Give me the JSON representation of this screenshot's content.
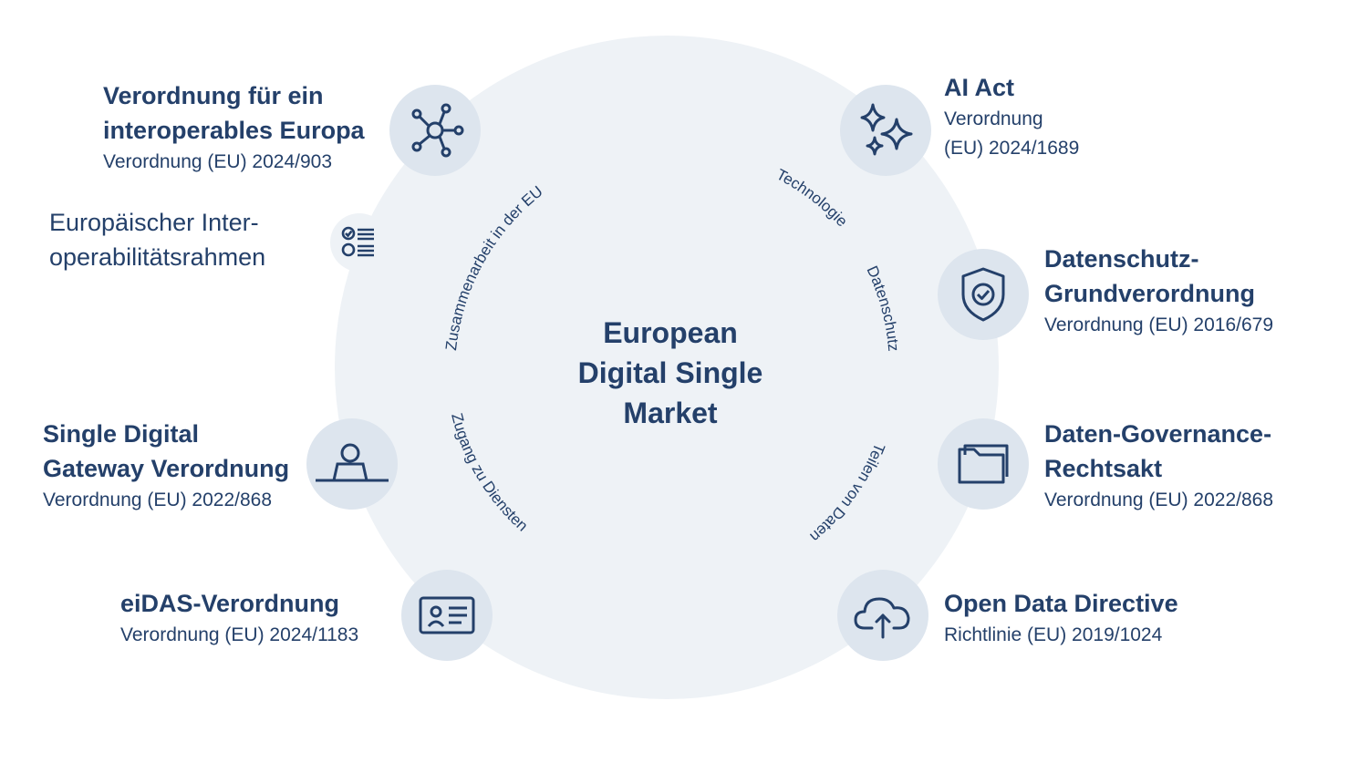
{
  "center": {
    "line1": "European",
    "line2": "Digital Single",
    "line3": "Market"
  },
  "arc_labels": {
    "cooperation": "Zusammenarbeit in der EU",
    "technology": "Technologie",
    "privacy": "Datenschutz",
    "sharing": "Teilen von Daten",
    "access": "Zugang zu Diensten"
  },
  "items": {
    "interop": {
      "title1": "Verordnung für ein",
      "title2": "interoperables Europa",
      "subtitle": "Verordnung (EU) 2024/903",
      "icon": "network-hub-icon"
    },
    "framework": {
      "title1": "Europäischer Inter-",
      "title2": "operabilitätsrahmen",
      "icon": "checklist-icon"
    },
    "sdg": {
      "title1": "Single Digital",
      "title2": "Gateway Verordnung",
      "subtitle": "Verordnung (EU) 2022/868",
      "icon": "person-at-desk-icon"
    },
    "eidas": {
      "title1": "eiDAS-Verordnung",
      "subtitle": "Verordnung (EU) 2024/1183",
      "icon": "id-card-icon"
    },
    "ai": {
      "title1": "AI Act",
      "subtitle1": "Verordnung",
      "subtitle2": "(EU) 2024/1689",
      "icon": "sparkles-icon"
    },
    "gdpr": {
      "title1": "Datenschutz-",
      "title2": "Grundverordnung",
      "subtitle": "Verordnung (EU) 2016/679",
      "icon": "shield-check-icon"
    },
    "dga": {
      "title1": "Daten-Governance-",
      "title2": "Rechtsakt",
      "subtitle": "Verordnung (EU) 2022/868",
      "icon": "folder-icon"
    },
    "opendata": {
      "title1": "Open Data Directive",
      "subtitle": "Richtlinie (EU) 2019/1024",
      "icon": "cloud-upload-icon"
    }
  },
  "colors": {
    "big_circle": "#eef2f6",
    "icon_circle": "#dde5ee",
    "text": "#24406a"
  }
}
